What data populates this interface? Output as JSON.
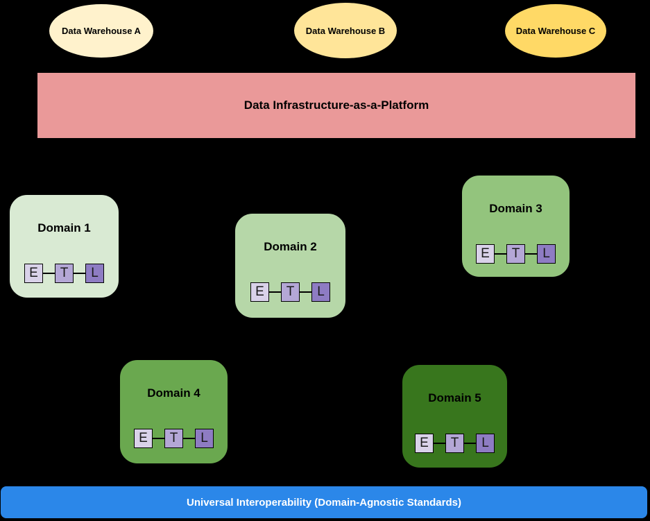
{
  "canvas": {
    "background": "#000000"
  },
  "warehouses": [
    {
      "label": "Data Warehouse A",
      "fill": "#fff2cc"
    },
    {
      "label": "Data Warehouse B",
      "fill": "#ffe599"
    },
    {
      "label": "Data Warehouse C",
      "fill": "#ffd966"
    }
  ],
  "platform": {
    "label": "Data Infrastructure-as-a-Platform",
    "fill": "#ea9999",
    "text_color": "#000000"
  },
  "domains": [
    {
      "label": "Domain 1",
      "fill": "#d9ead3"
    },
    {
      "label": "Domain 2",
      "fill": "#b6d7a8"
    },
    {
      "label": "Domain 3",
      "fill": "#93c47d"
    },
    {
      "label": "Domain 4",
      "fill": "#6aa84f"
    },
    {
      "label": "Domain 5",
      "fill": "#38761d"
    }
  ],
  "etl": {
    "letters": [
      "E",
      "T",
      "L"
    ],
    "fills": [
      "#d9d2e9",
      "#b4a7d6",
      "#8e7cc3"
    ]
  },
  "interoperability": {
    "label": "Universal Interoperability (Domain-Agnostic Standards)",
    "fill": "#2b87e9",
    "text_color": "#ffffff"
  }
}
